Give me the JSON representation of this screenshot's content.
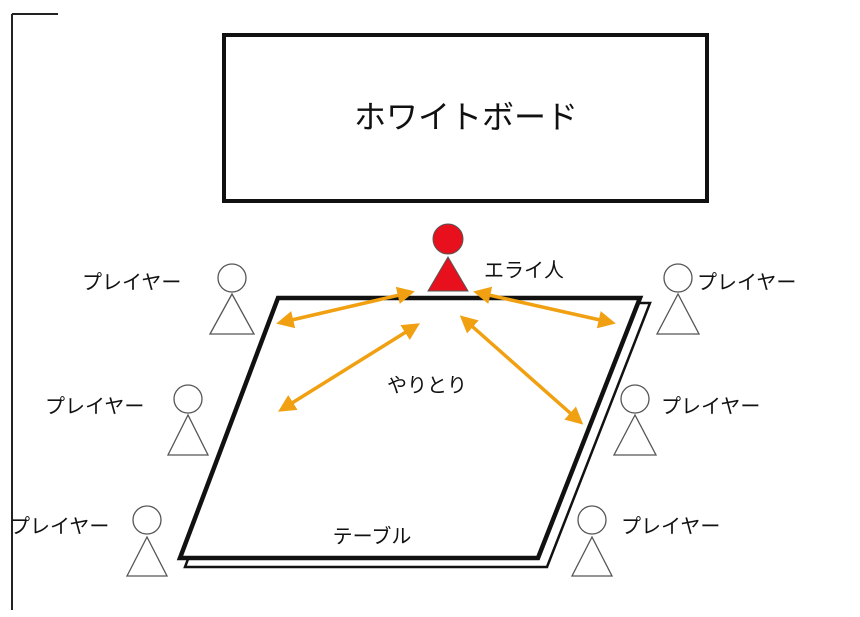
{
  "whiteboard": {
    "label": "ホワイトボード"
  },
  "leader": {
    "label": "エライ人",
    "color": "#e8101c"
  },
  "table": {
    "label": "テーブル"
  },
  "interaction": {
    "label": "やりとり",
    "arrow_color": "#f0a010"
  },
  "players": [
    {
      "label": "プレイヤー"
    },
    {
      "label": "プレイヤー"
    },
    {
      "label": "プレイヤー"
    },
    {
      "label": "プレイヤー"
    },
    {
      "label": "プレイヤー"
    },
    {
      "label": "プレイヤー"
    }
  ]
}
